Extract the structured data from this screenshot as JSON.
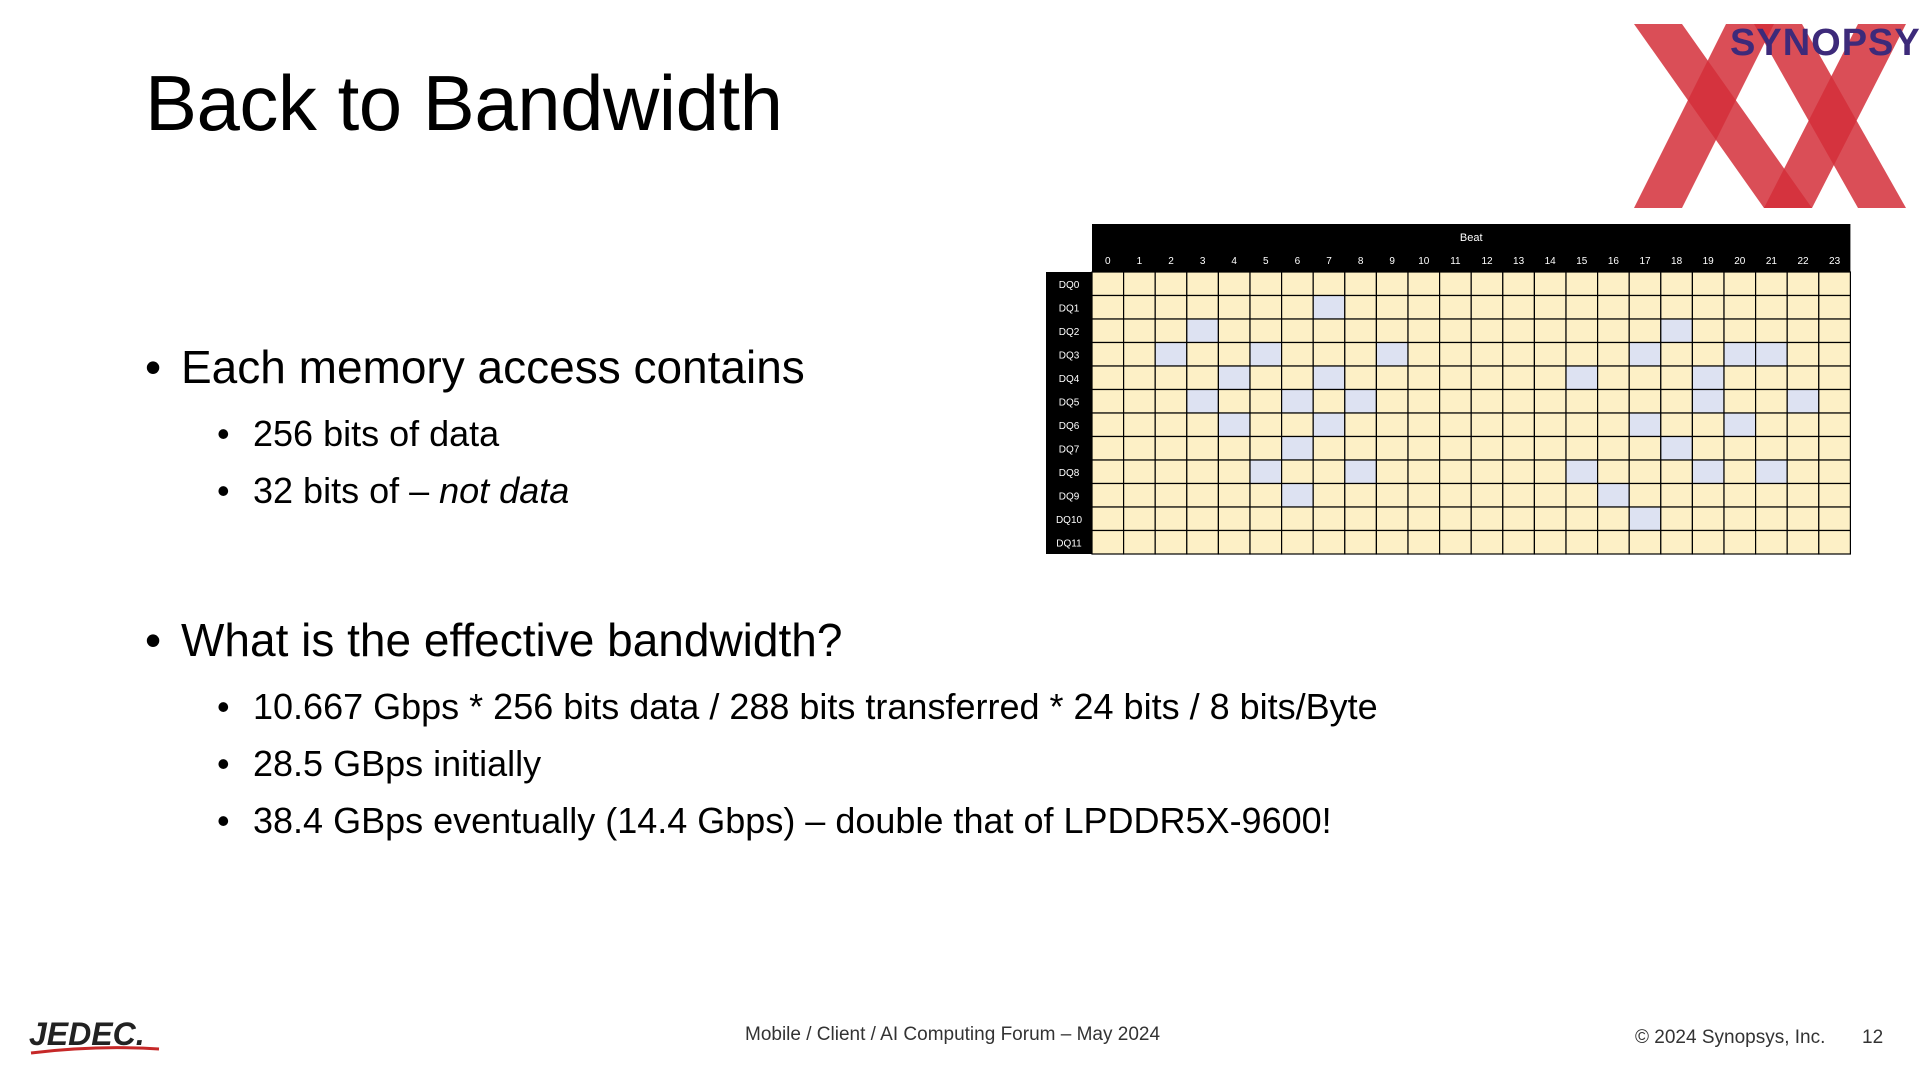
{
  "slide": {
    "title": "Back to Bandwidth",
    "bullets": [
      {
        "text": "Each memory access contains",
        "sub": [
          {
            "text": "256 bits of data"
          },
          {
            "text": "32 bits of – ",
            "em": "not data"
          }
        ]
      },
      {
        "text": "What is the effective bandwidth?",
        "sub": [
          {
            "text": "10.667 Gbps * 256 bits data / 288 bits transferred * 24 bits / 8 bits/Byte"
          },
          {
            "text": "28.5 GBps initially"
          },
          {
            "text": "38.4 GBps eventually (14.4 Gbps) – double that of LPDDR5X-9600!"
          }
        ]
      }
    ]
  },
  "logo": {
    "word": "SYNOPSYS",
    "mark_color": "#d32f3a",
    "word_color": "#3d2a7a"
  },
  "chart_data": {
    "type": "table",
    "header_title": "Beat",
    "columns": [
      "0",
      "1",
      "2",
      "3",
      "4",
      "5",
      "6",
      "7",
      "8",
      "9",
      "10",
      "11",
      "12",
      "13",
      "14",
      "15",
      "16",
      "17",
      "18",
      "19",
      "20",
      "21",
      "22",
      "23"
    ],
    "rows": [
      "DQ0",
      "DQ1",
      "DQ2",
      "DQ3",
      "DQ4",
      "DQ5",
      "DQ6",
      "DQ7",
      "DQ8",
      "DQ9",
      "DQ10",
      "DQ11"
    ],
    "cell_color": "#fdf0c6",
    "highlight_color": "#dde2f2",
    "highlighted": [
      [
        1,
        7
      ],
      [
        2,
        3
      ],
      [
        2,
        18
      ],
      [
        3,
        2
      ],
      [
        3,
        5
      ],
      [
        3,
        9
      ],
      [
        3,
        17
      ],
      [
        3,
        20
      ],
      [
        3,
        21
      ],
      [
        4,
        4
      ],
      [
        4,
        7
      ],
      [
        4,
        15
      ],
      [
        4,
        19
      ],
      [
        5,
        3
      ],
      [
        5,
        6
      ],
      [
        5,
        8
      ],
      [
        5,
        19
      ],
      [
        5,
        22
      ],
      [
        6,
        4
      ],
      [
        6,
        7
      ],
      [
        6,
        17
      ],
      [
        6,
        20
      ],
      [
        7,
        6
      ],
      [
        7,
        18
      ],
      [
        8,
        5
      ],
      [
        8,
        8
      ],
      [
        8,
        15
      ],
      [
        8,
        19
      ],
      [
        8,
        21
      ],
      [
        9,
        6
      ],
      [
        9,
        16
      ],
      [
        10,
        17
      ]
    ]
  },
  "footer": {
    "logo_text": "JEDEC.",
    "center": "Mobile / Client / AI Computing Forum – May 2024",
    "copyright": "© 2024 Synopsys, Inc.",
    "page": "12"
  }
}
